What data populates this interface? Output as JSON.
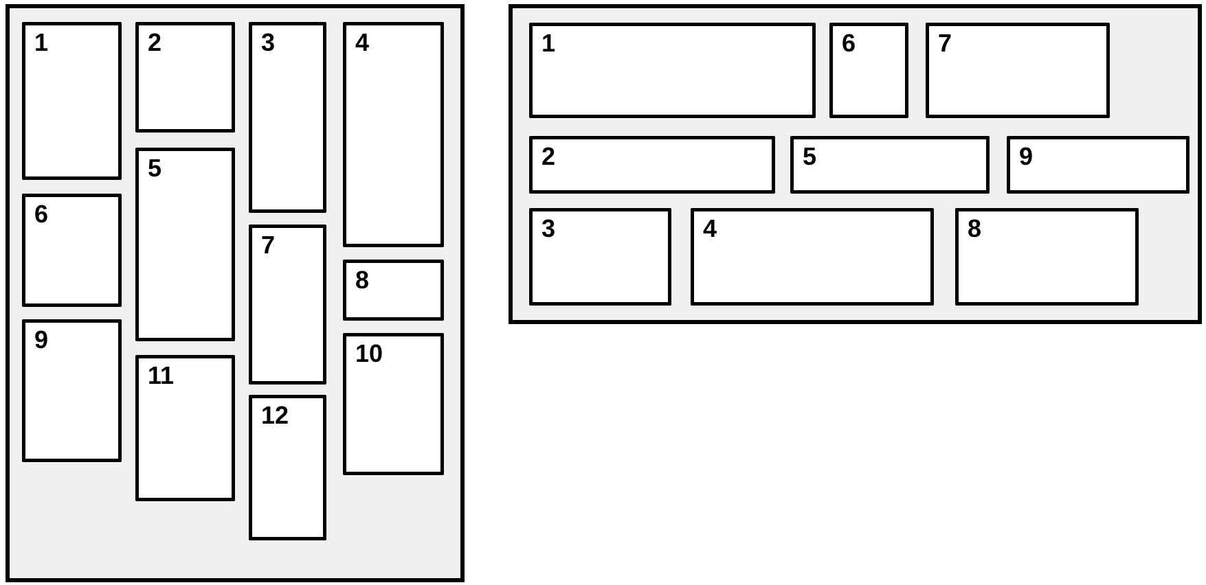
{
  "colors": {
    "page_background": "#ffffff",
    "panel_background": "#f0f0f0",
    "panel_border": "#000000",
    "box_background": "#ffffff",
    "box_border": "#000000",
    "number_text": "#000000"
  },
  "masonry": {
    "description": "left-panel-masonry-layout",
    "boxes": [
      {
        "label": "1"
      },
      {
        "label": "2"
      },
      {
        "label": "3"
      },
      {
        "label": "4"
      },
      {
        "label": "5"
      },
      {
        "label": "6"
      },
      {
        "label": "7"
      },
      {
        "label": "8"
      },
      {
        "label": "9"
      },
      {
        "label": "10"
      },
      {
        "label": "11"
      },
      {
        "label": "12"
      }
    ]
  },
  "grid": {
    "description": "right-panel-row-grid-layout",
    "boxes": [
      {
        "label": "1"
      },
      {
        "label": "6"
      },
      {
        "label": "7"
      },
      {
        "label": "2"
      },
      {
        "label": "5"
      },
      {
        "label": "9"
      },
      {
        "label": "3"
      },
      {
        "label": "4"
      },
      {
        "label": "8"
      }
    ]
  }
}
